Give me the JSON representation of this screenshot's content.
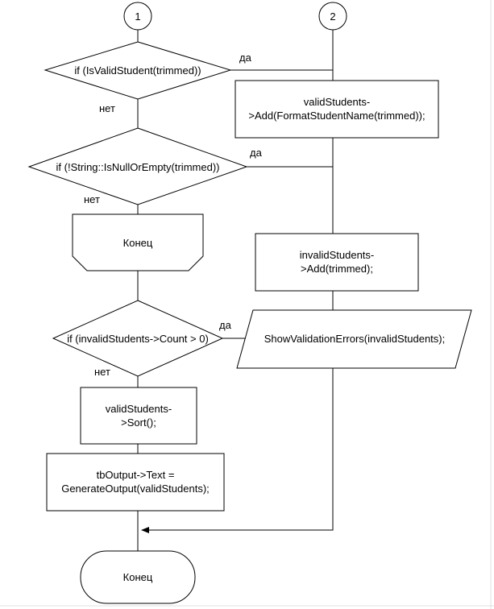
{
  "connectors": {
    "c1": "1",
    "c2": "2"
  },
  "decisions": {
    "valid_student": "if (IsValidStudent(trimmed))",
    "not_empty": "if (!String::IsNullOrEmpty(trimmed))",
    "invalid_count": "if (invalidStudents->Count > 0)"
  },
  "labels": {
    "yes": "да",
    "no": "нет"
  },
  "processes": {
    "add_valid": [
      "validStudents-",
      ">Add(FormatStudentName(trimmed));"
    ],
    "add_invalid": [
      "invalidStudents-",
      ">Add(trimmed);"
    ],
    "sort": [
      "validStudents-",
      ">Sort();"
    ],
    "output": [
      "tbOutput->Text =",
      "GenerateOutput(validStudents);"
    ]
  },
  "io": {
    "show_errors": "ShowValidationErrors(invalidStudents);"
  },
  "loop_end": {
    "label": "Конец"
  },
  "terminator": {
    "label": "Конец"
  }
}
